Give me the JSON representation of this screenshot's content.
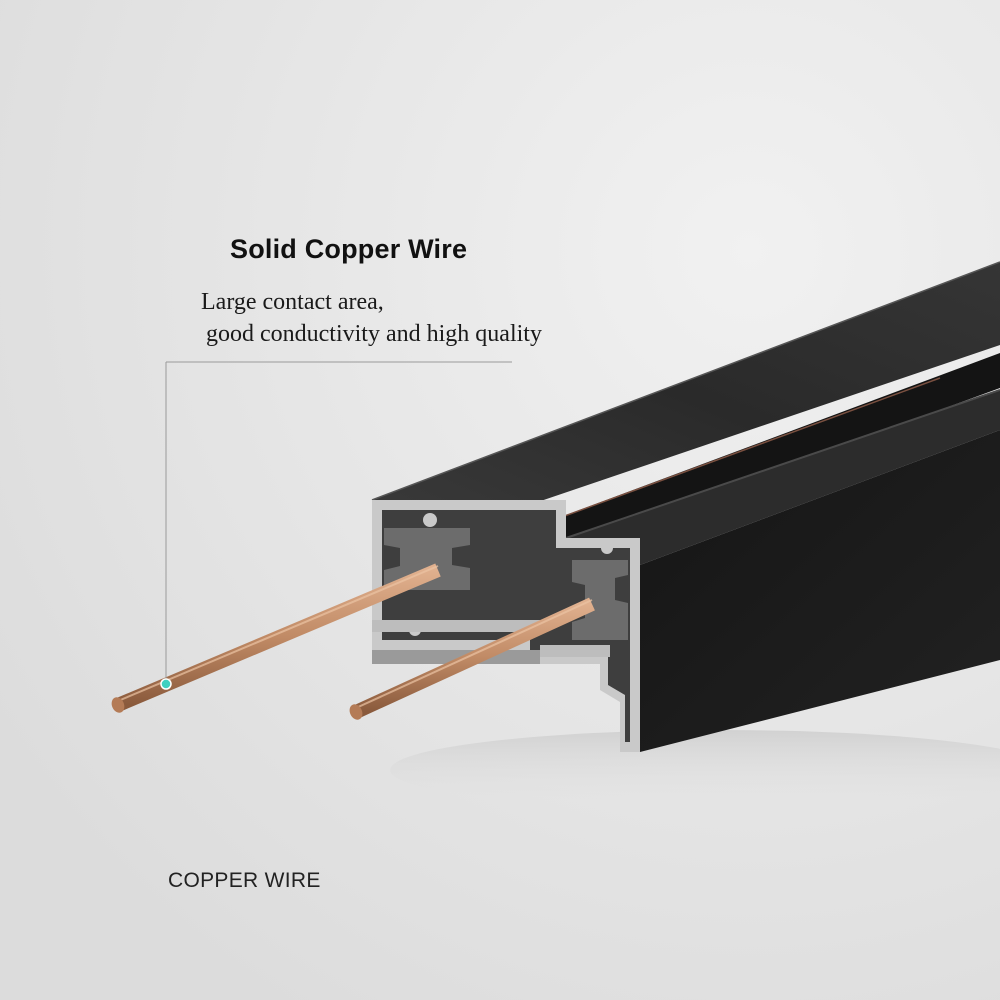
{
  "callout": {
    "title": "Solid Copper Wire",
    "description_line1": "Large contact area,",
    "description_line2": "good conductivity and high quality"
  },
  "caption": "COPPER WIRE",
  "colors": {
    "background": "#e9e9e9",
    "rail_body": "#1c1c1c",
    "rail_top": "#2b2b2b",
    "aluminum_edge": "#c9c9c9",
    "insulator": "#6c6c6c",
    "copper": "#c08a65",
    "marker": "#3fd0c0"
  },
  "icons": {
    "pointer_marker": "callout-dot-icon"
  }
}
